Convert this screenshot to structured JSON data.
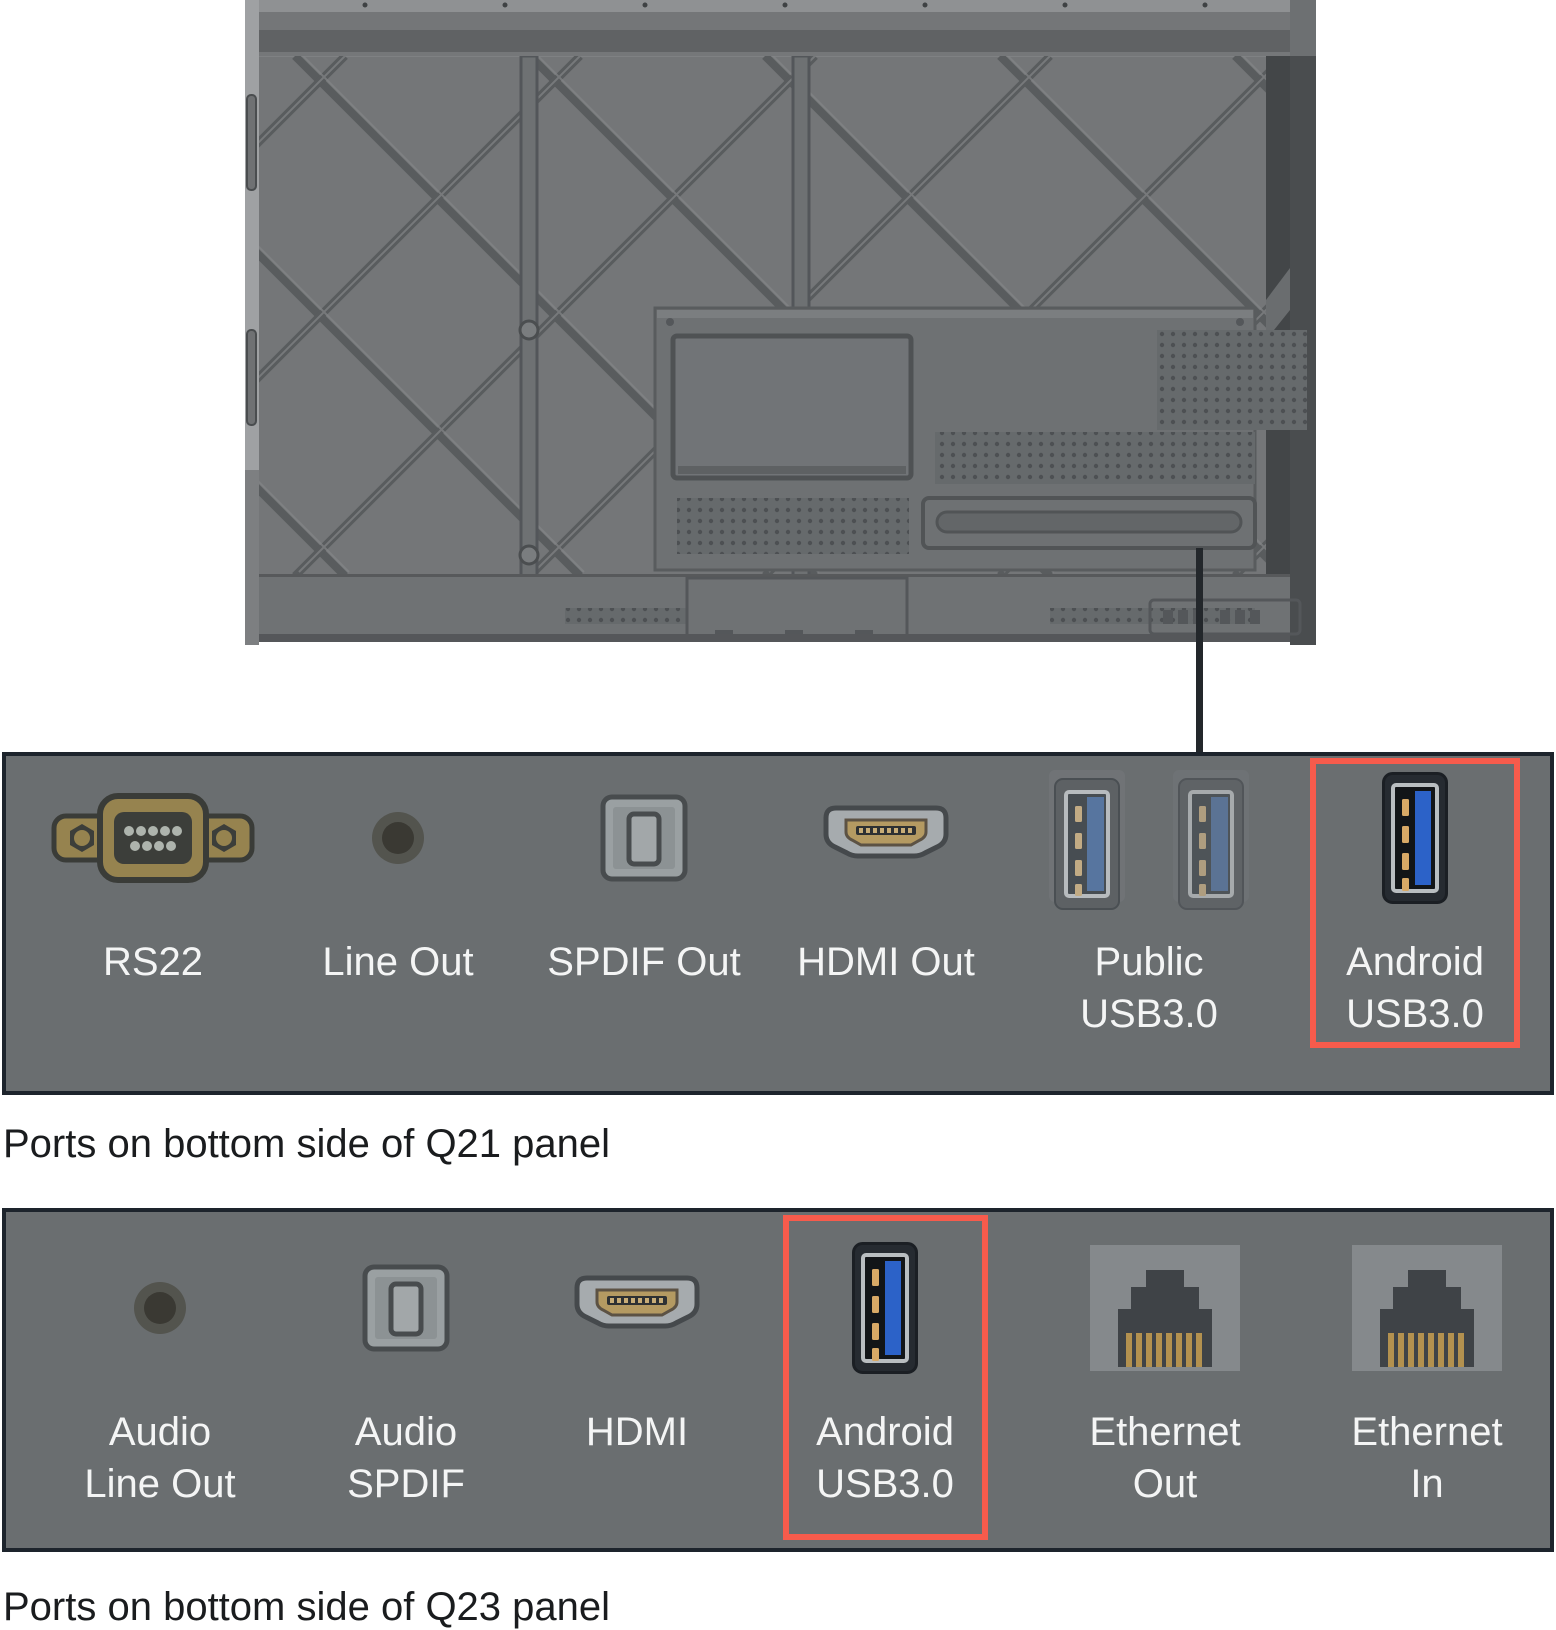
{
  "colors": {
    "highlight_red": "#f75b4c",
    "panel_background": "#6a6e70",
    "panel_border": "#1d242c",
    "label_text": "#f4f5f5",
    "caption_text": "#1a1c1e",
    "callout_line": "#23272b",
    "usb_blue": "#2c62c8",
    "pin_gold": "#d8a966"
  },
  "panels": [
    {
      "id": "q21",
      "caption": "Ports on bottom side of Q21 panel",
      "ports": [
        {
          "label1": "RS22",
          "label2": "",
          "icon": "db9-serial-icon"
        },
        {
          "label1": "Line Out",
          "label2": "",
          "icon": "audio-jack-icon"
        },
        {
          "label1": "SPDIF Out",
          "label2": "",
          "icon": "toslink-icon"
        },
        {
          "label1": "HDMI Out",
          "label2": "",
          "icon": "hdmi-icon"
        },
        {
          "label1": "Public",
          "label2": "USB3.0",
          "icon": "usb-a-double-icon"
        },
        {
          "label1": "Android",
          "label2": "USB3.0",
          "icon": "usb-a-icon",
          "highlighted": true
        }
      ]
    },
    {
      "id": "q23",
      "caption": "Ports on bottom side of Q23 panel",
      "ports": [
        {
          "label1": "Audio",
          "label2": "Line Out",
          "icon": "audio-jack-icon"
        },
        {
          "label1": "Audio",
          "label2": "SPDIF",
          "icon": "toslink-icon"
        },
        {
          "label1": "HDMI",
          "label2": "",
          "icon": "hdmi-icon"
        },
        {
          "label1": "Android",
          "label2": "USB3.0",
          "icon": "usb-a-icon",
          "highlighted": true
        },
        {
          "label1": "Ethernet",
          "label2": "Out",
          "icon": "rj45-icon"
        },
        {
          "label1": "Ethernet",
          "label2": "In",
          "icon": "rj45-icon"
        }
      ]
    }
  ]
}
